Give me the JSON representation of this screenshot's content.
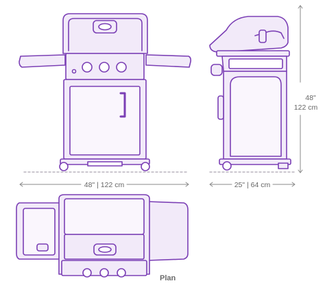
{
  "labels": {
    "front_width": "48\" | 122 cm",
    "side_depth": "25\" | 64 cm",
    "height_in": "48\"",
    "height_cm": "122 cm",
    "plan": "Plan"
  },
  "colors": {
    "outline": "#7b3fb5",
    "fill": "#f2eaf9",
    "fill_light": "#faf6fd",
    "dim": "#8a8a8a",
    "ground": "#b9b3bd"
  }
}
